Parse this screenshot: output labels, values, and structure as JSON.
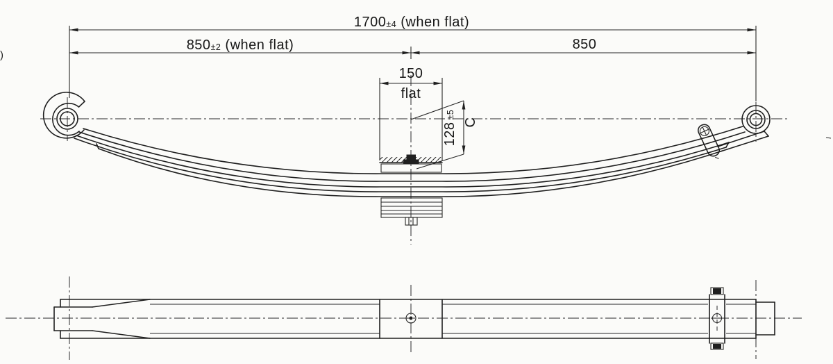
{
  "drawing": {
    "title_hint": "leaf spring technical drawing, side view and plan view",
    "ink_color": "#1f1f1f",
    "paper_color": "#fbfbf9",
    "dims": {
      "overall": {
        "value": "1700",
        "tol": "±4",
        "note": " (when flat)"
      },
      "left_half": {
        "value": "850",
        "tol": "±2",
        "note": " (when flat)"
      },
      "right_half": {
        "value": "850"
      },
      "center_flat": {
        "value": "150",
        "label": "flat"
      },
      "camber": {
        "value": "128",
        "tol": "±5",
        "label": "C"
      }
    },
    "artifacts": {
      "left_edge": ")"
    }
  }
}
